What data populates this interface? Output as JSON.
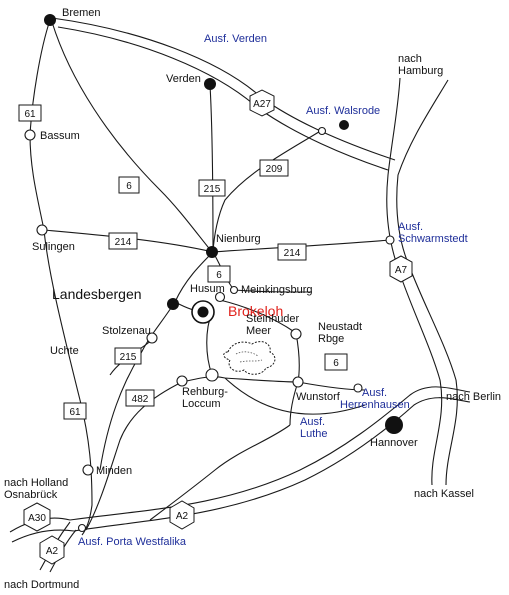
{
  "cities_major": [
    {
      "name": "bremen",
      "label": "Bremen"
    },
    {
      "name": "verden",
      "label": "Verden"
    },
    {
      "name": "nienburg",
      "label": "Nienburg"
    },
    {
      "name": "landesbergen",
      "label": "Landesbergen"
    },
    {
      "name": "hannover",
      "label": "Hannover"
    }
  ],
  "towns": [
    {
      "name": "bassum",
      "label": "Bassum"
    },
    {
      "name": "sulingen",
      "label": "Sulingen"
    },
    {
      "name": "husum",
      "label": "Husum"
    },
    {
      "name": "meinkingsburg",
      "label": "Meinkingsburg"
    },
    {
      "name": "stolzenau",
      "label": "Stolzenau"
    },
    {
      "name": "rehburg-loccum",
      "label": "Rehburg-\nLoccum"
    },
    {
      "name": "neustadt",
      "label": "Neustadt\nRbge"
    },
    {
      "name": "wunstorf",
      "label": "Wunstorf"
    },
    {
      "name": "minden",
      "label": "Minden"
    },
    {
      "name": "uchte",
      "label": "Uchte"
    }
  ],
  "destination": {
    "label": "Brokeloh",
    "color": "#e0221c"
  },
  "lake": {
    "label": "Steinhuder\nMeer"
  },
  "exits": [
    {
      "name": "ausf-verden",
      "label": "Ausf. Verden"
    },
    {
      "name": "ausf-walsrode",
      "label": "Ausf. Walsrode"
    },
    {
      "name": "ausf-schwarmstedt",
      "label": "Ausf.\nSchwarmstedt"
    },
    {
      "name": "ausf-herrenhausen",
      "label": "Ausf.\nHerrenhausen"
    },
    {
      "name": "ausf-luthe",
      "label": "Ausf.\nLuthe"
    },
    {
      "name": "ausf-porta-westfalika",
      "label": "Ausf. Porta Westfalika"
    }
  ],
  "directions": [
    {
      "name": "nach-hamburg",
      "label": "nach\nHamburg"
    },
    {
      "name": "nach-berlin",
      "label": "nach Berlin"
    },
    {
      "name": "nach-kassel",
      "label": "nach Kassel"
    },
    {
      "name": "nach-holland-osnabrueck",
      "label": "nach Holland\nOsnabrück"
    },
    {
      "name": "nach-dortmund",
      "label": "nach Dortmund"
    }
  ],
  "motorway_signs": [
    "A27",
    "A7",
    "A2",
    "A30",
    "A2"
  ],
  "road_signs": [
    "61",
    "6",
    "215",
    "209",
    "214",
    "214",
    "6",
    "215",
    "482",
    "61",
    "6"
  ],
  "colors": {
    "exit_text": "#1f2f9a",
    "destination": "#e0221c",
    "ink": "#111111"
  }
}
